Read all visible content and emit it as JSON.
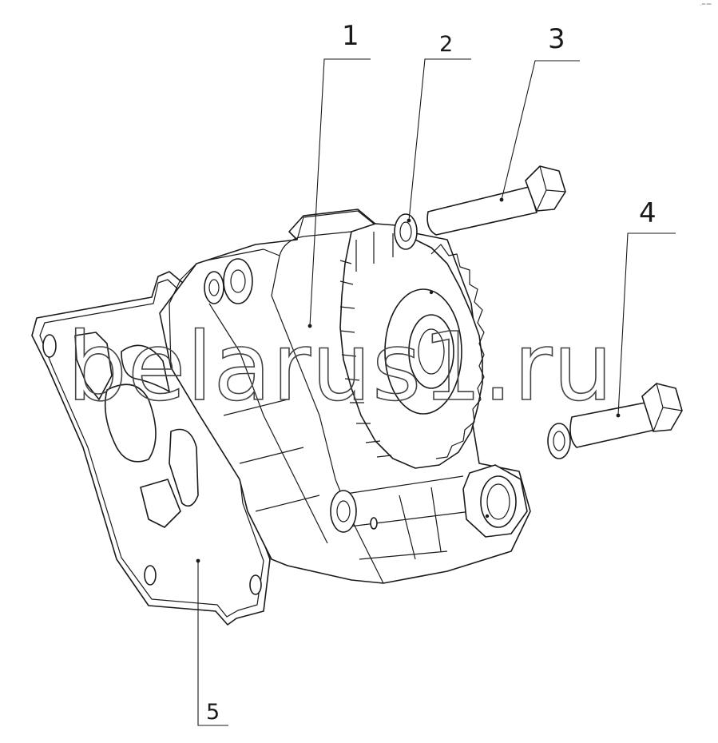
{
  "callouts": {
    "c1": "1",
    "c2": "2",
    "c3": "3",
    "c4": "4",
    "c5": "5"
  },
  "watermark": "belarus1.ru",
  "corner_mark": "◦⁰⁰ ⁰⁰⁰"
}
